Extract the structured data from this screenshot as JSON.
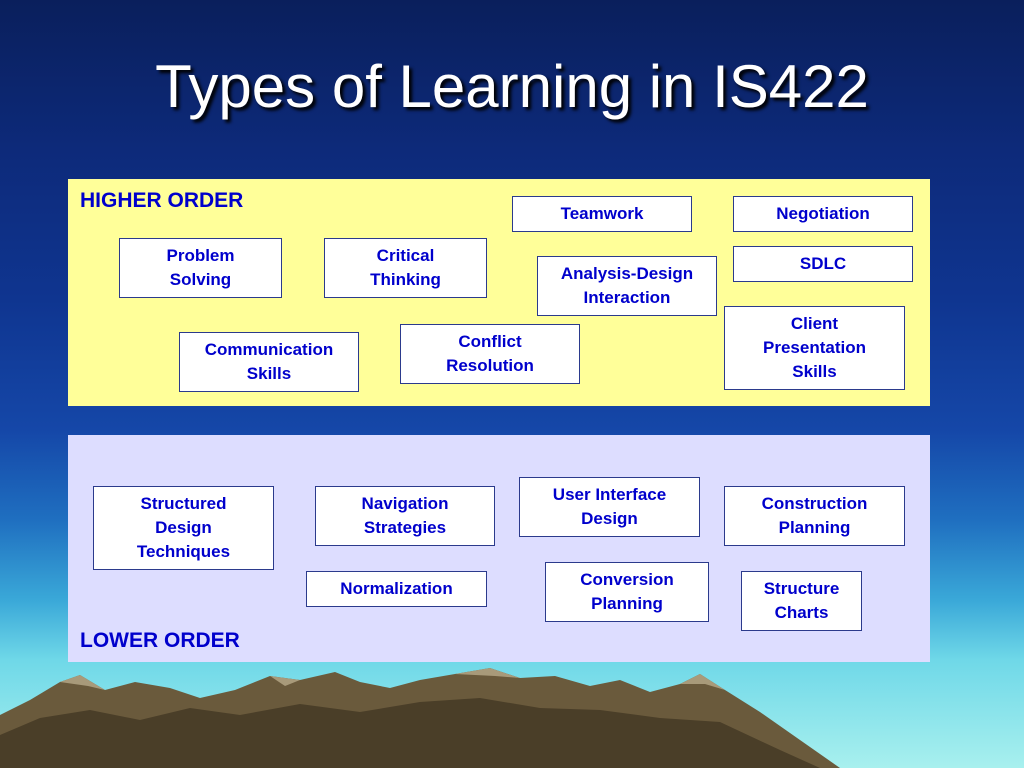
{
  "title": "Types of Learning in IS422",
  "higher_order": {
    "label": "HIGHER ORDER",
    "items": [
      "Teamwork",
      "Negotiation",
      "Problem\nSolving",
      "Critical\nThinking",
      "Analysis-Design\nInteraction",
      "SDLC",
      "Client\nPresentation\nSkills",
      "Communication\nSkills",
      "Conflict\nResolution"
    ]
  },
  "lower_order": {
    "label": "LOWER ORDER",
    "items": [
      "Structured\nDesign\nTechniques",
      "Navigation\nStrategies",
      "User Interface\nDesign",
      "Construction\nPlanning",
      "Normalization",
      "Conversion\nPlanning",
      "Structure\nCharts"
    ]
  }
}
